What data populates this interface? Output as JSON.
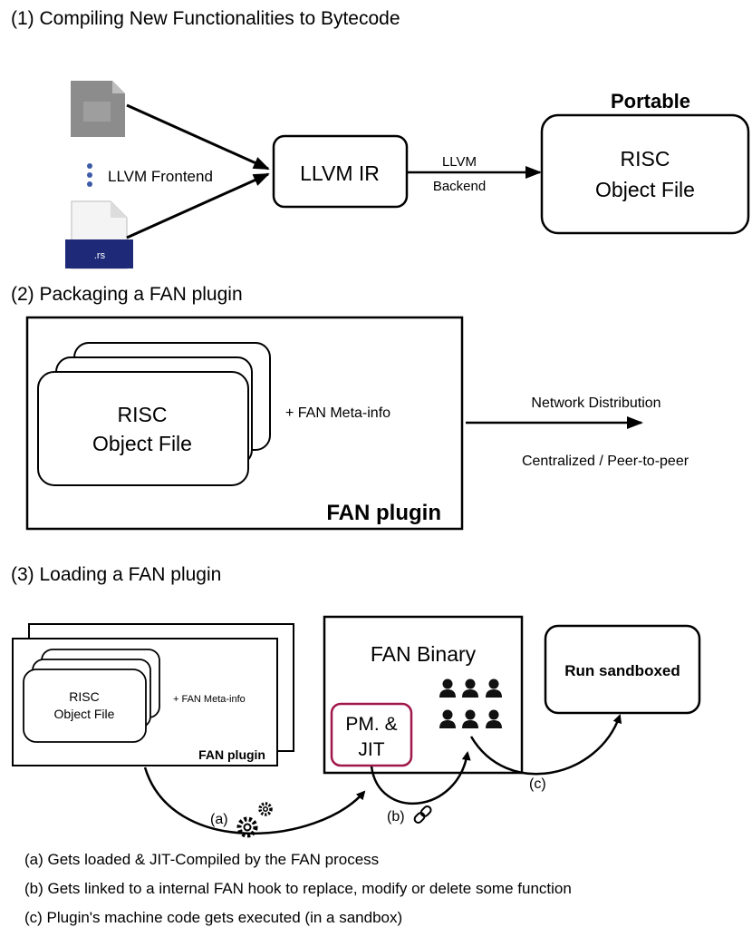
{
  "sections": {
    "s1_title": "(1) Compiling New Functionalities to Bytecode",
    "s2_title": "(2) Packaging a FAN plugin",
    "s3_title": "(3) Loading a FAN plugin"
  },
  "compile": {
    "frontend_label": "LLVM Frontend",
    "source_file_ext": ".rs",
    "ir_label": "LLVM IR",
    "backend_label_1": "LLVM",
    "backend_label_2": "Backend",
    "portable_label": "Portable",
    "object_label_1": "RISC",
    "object_label_2": "Object File"
  },
  "package": {
    "object_label_1": "RISC",
    "object_label_2": "Object File",
    "meta_label": "+ FAN Meta-info",
    "plugin_label": "FAN plugin",
    "network_label": "Network Distribution",
    "distribution_modes": "Centralized / Peer-to-peer"
  },
  "load": {
    "object_label_1": "RISC",
    "object_label_2": "Object File",
    "meta_label": "+ FAN Meta-info",
    "plugin_label": "FAN plugin",
    "binary_label": "FAN Binary",
    "pm_label_1": "PM. &",
    "pm_label_2": "JIT",
    "sandbox_label": "Run sandboxed",
    "step_a": "(a)",
    "step_b": "(b)",
    "step_c": "(c)"
  },
  "legend": [
    "(a) Gets loaded & JIT-Compiled by the FAN process",
    "(b) Gets linked to a internal FAN hook to replace, modify or delete some function",
    "(c) Plugin's machine code gets executed (in a sandbox)"
  ],
  "colors": {
    "pm_border": "#a0174a",
    "file_icon_gray": "#8c8c8c",
    "rs_file_band": "#1e2a78"
  },
  "icons": [
    "file-icon",
    "rust-file-icon",
    "gears-icon",
    "link-icon",
    "people-icon",
    "vertical-dots-icon"
  ]
}
